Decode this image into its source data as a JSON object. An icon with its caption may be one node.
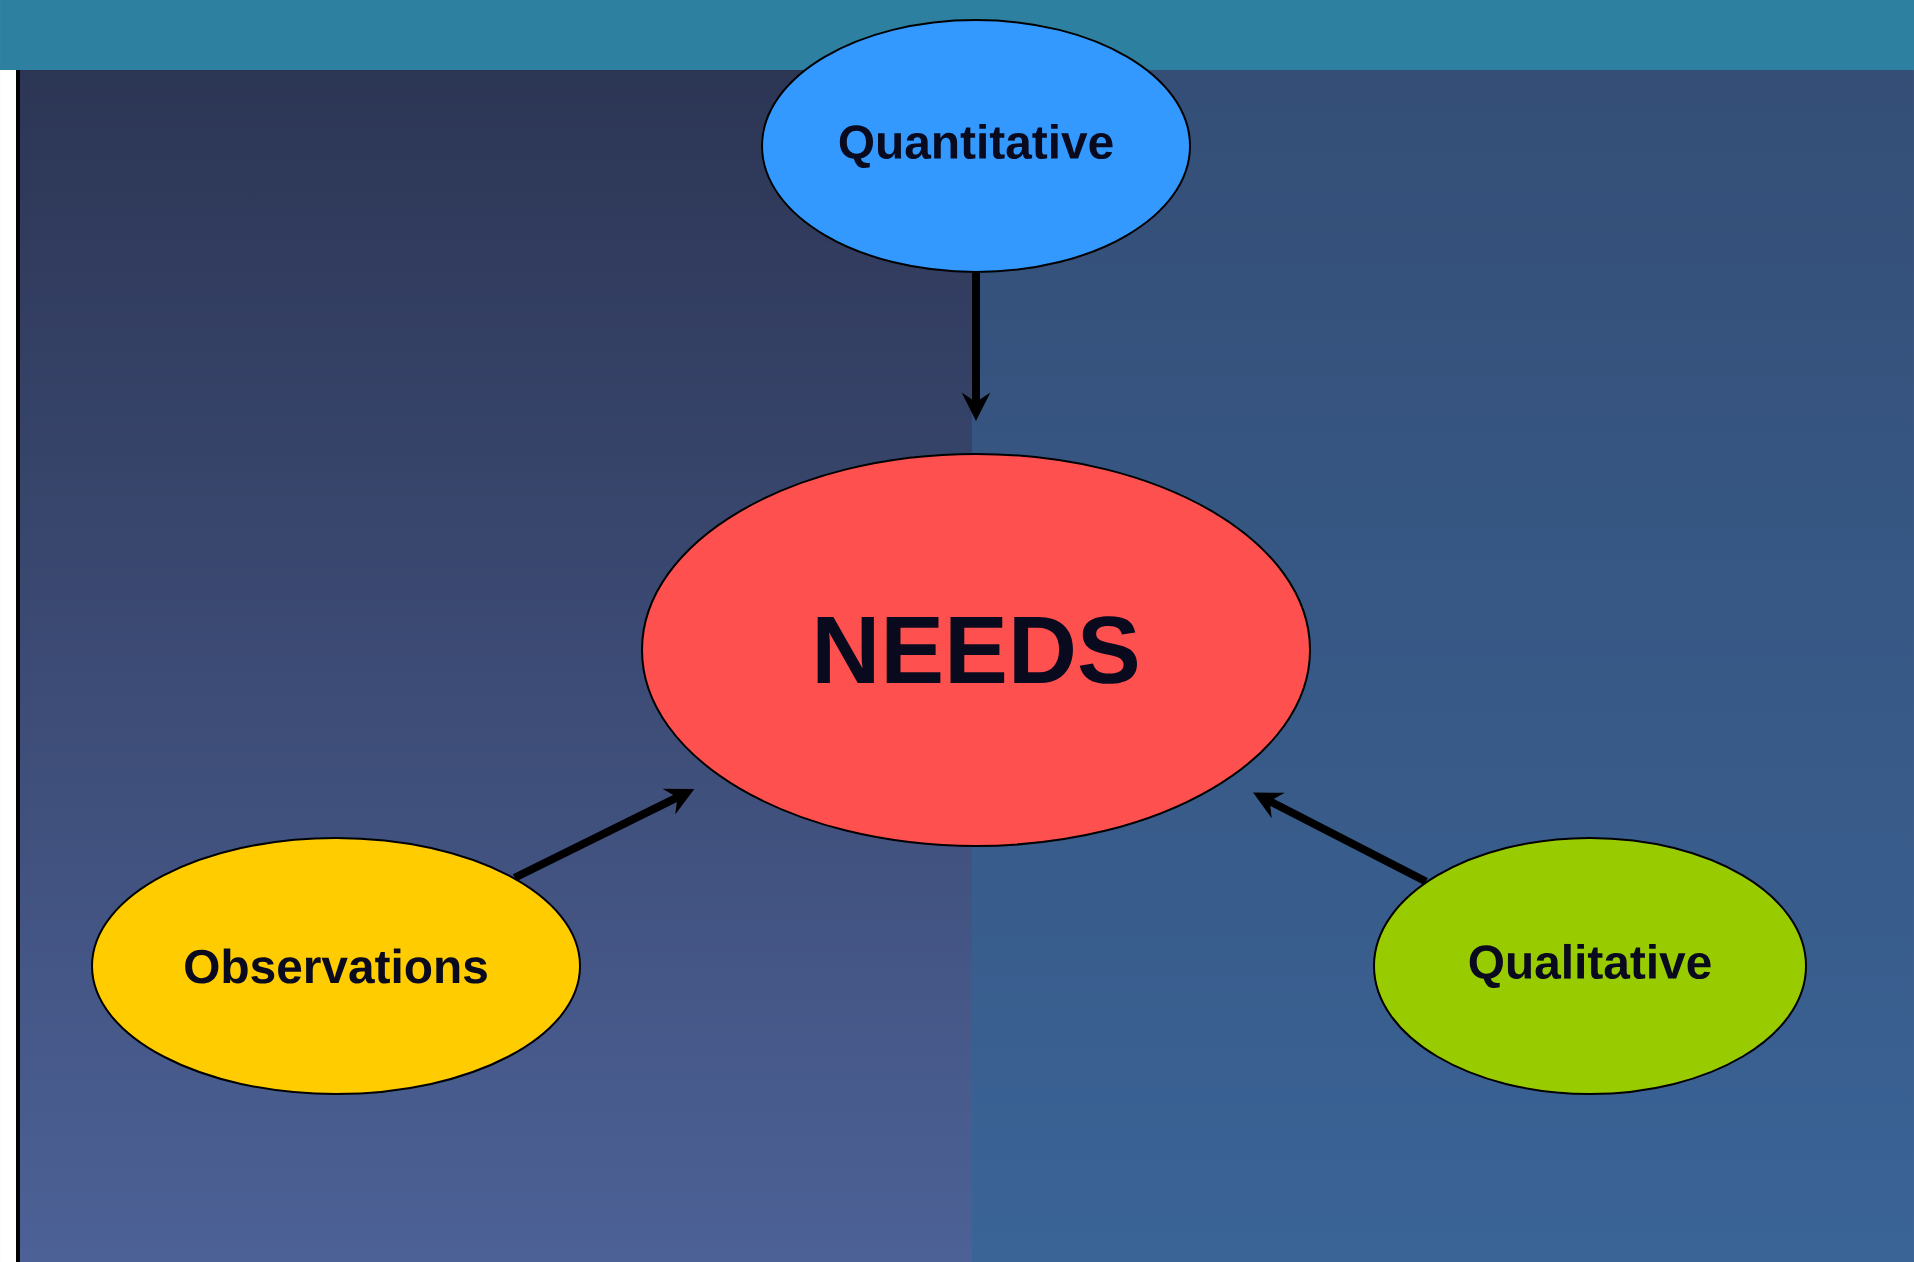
{
  "diagram": {
    "nodes": [
      {
        "text": [
          "Quantitative"
        ]
      },
      {
        "text": [
          "NEEDS"
        ]
      },
      {
        "text": [
          "Observations"
        ]
      },
      {
        "text": [
          "Qualitative"
        ]
      }
    ],
    "edges": [
      {
        "from": 0,
        "to": 1,
        "arrow": "to"
      },
      {
        "from": 2,
        "to": 1,
        "arrow": "to"
      },
      {
        "from": 3,
        "to": 1,
        "arrow": "to"
      }
    ]
  }
}
